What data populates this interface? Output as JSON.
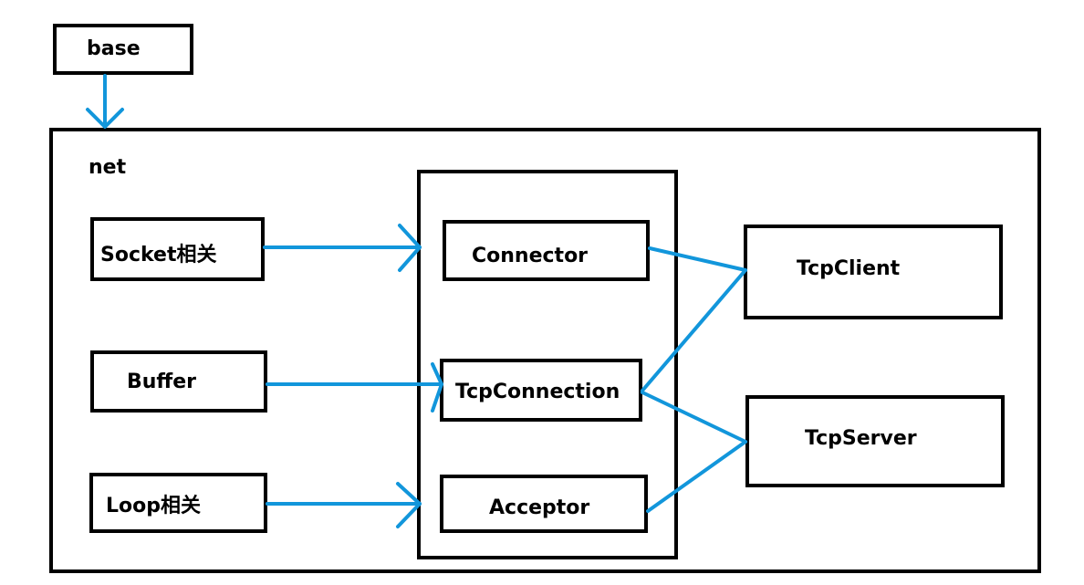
{
  "colors": {
    "box_border": "#000000",
    "arrow": "#1296DB",
    "text": "#000000"
  },
  "diagram": {
    "base": "base",
    "net": "net",
    "nodes": {
      "socket": "Socket相关",
      "buffer": "Buffer",
      "loop": "Loop相关",
      "connector": "Connector",
      "tcp_connection": "TcpConnection",
      "acceptor": "Acceptor",
      "tcp_client": "TcpClient",
      "tcp_server": "TcpServer"
    }
  }
}
